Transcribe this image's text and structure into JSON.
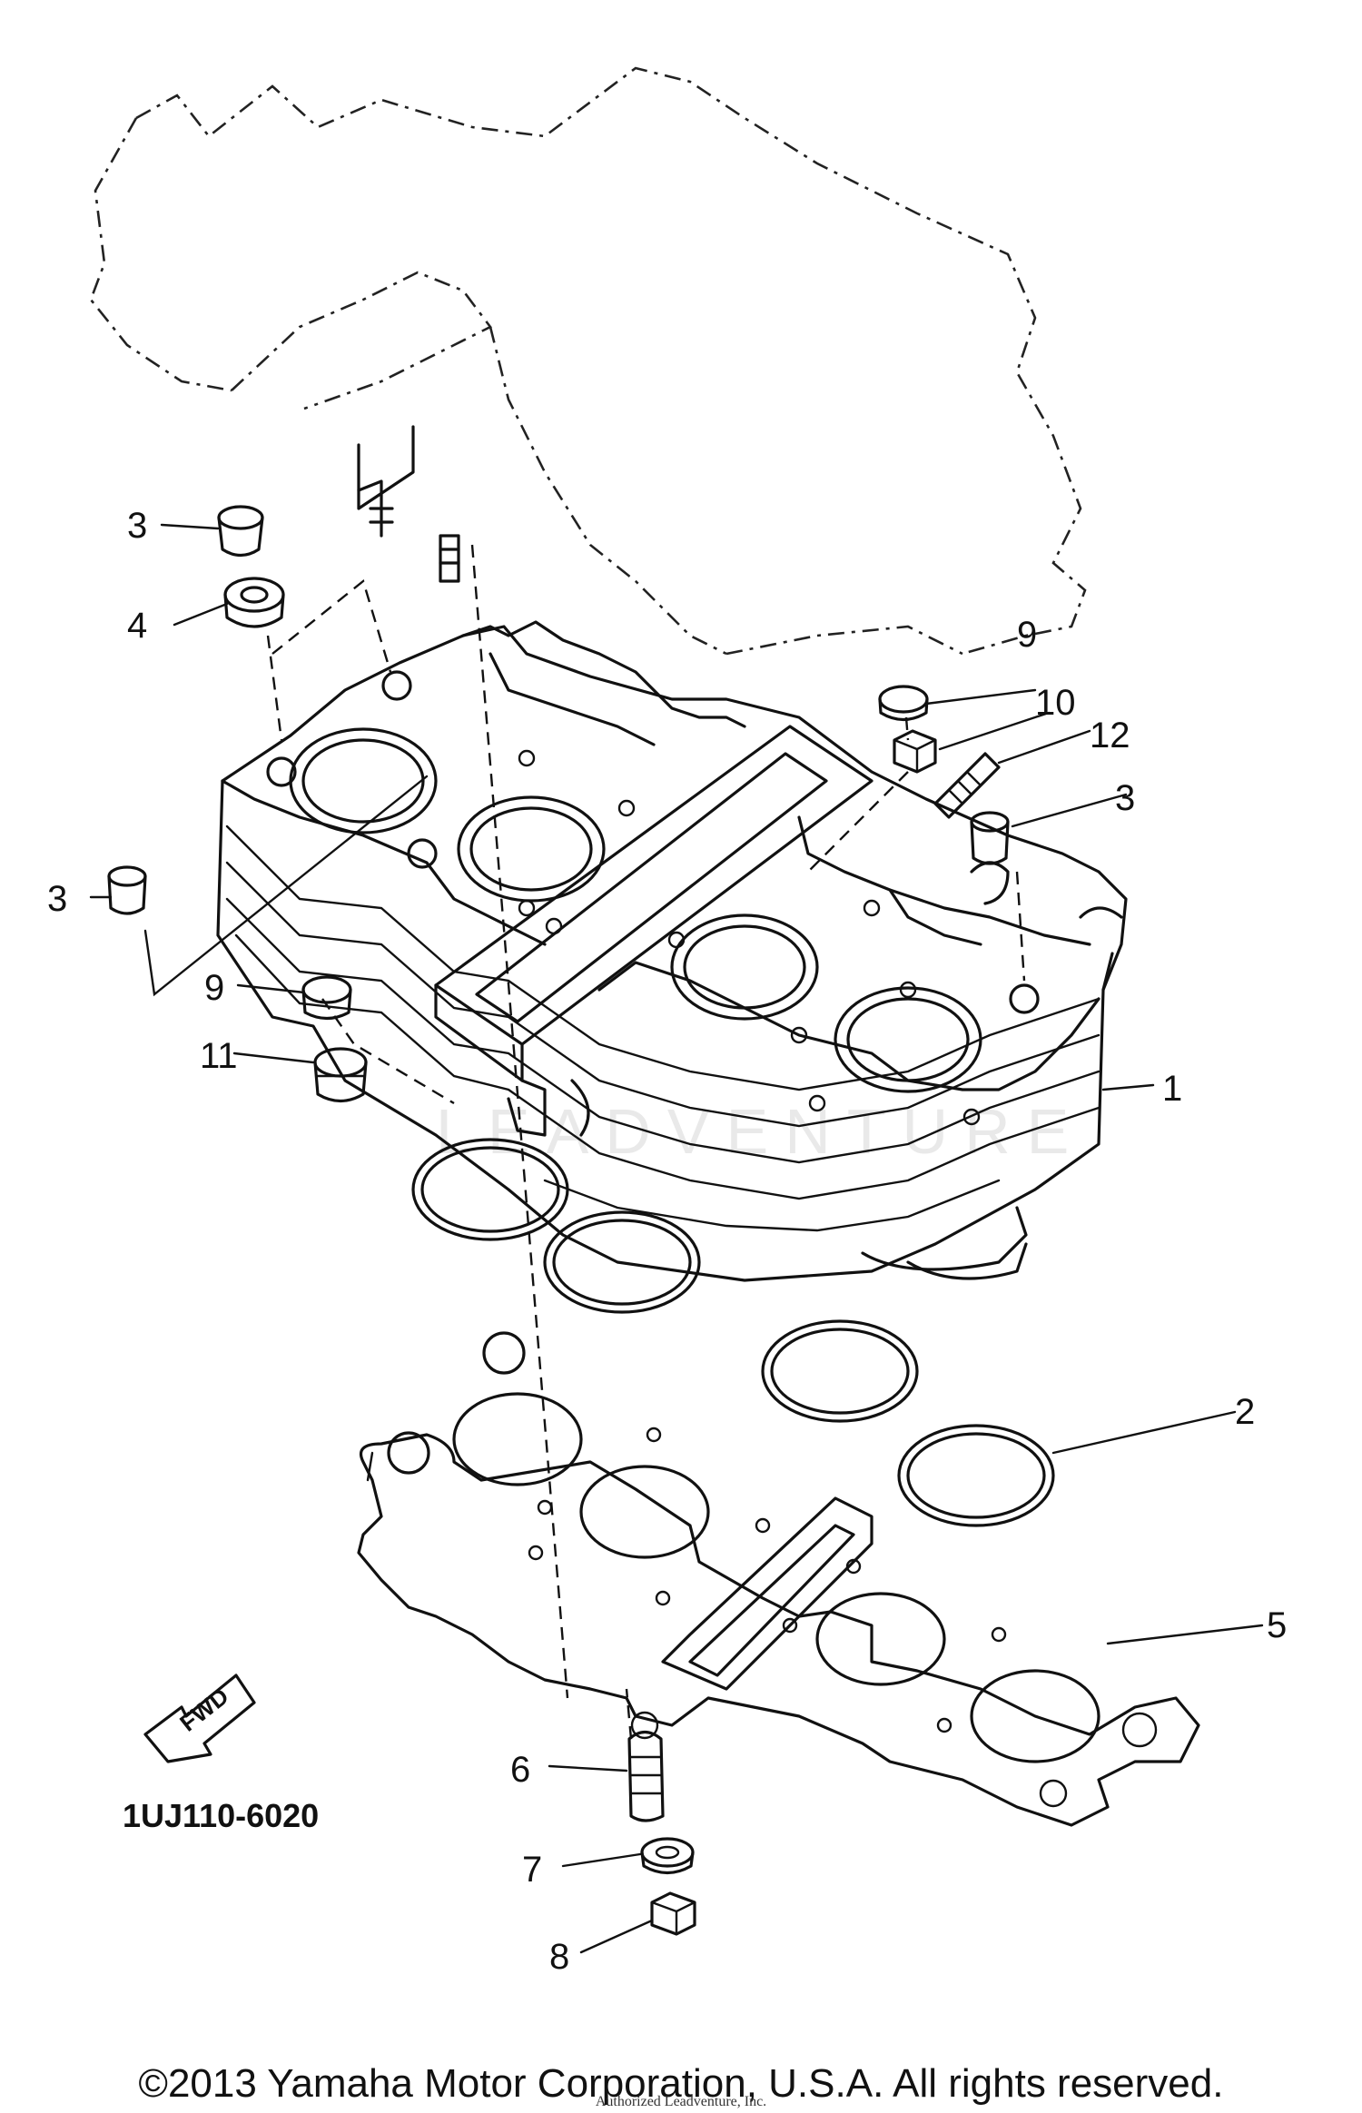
{
  "diagram_code": "1UJ110-6020",
  "fwd_label": "FWD",
  "copyright": "©2013 Yamaha Motor Corporation, U.S.A. All rights reserved.",
  "footer_small": "Authorized Leadventure, Inc.",
  "watermark": "LEADVENTURE",
  "callouts": {
    "c1": "1",
    "c2": "2",
    "c3a": "3",
    "c3b": "3",
    "c3c": "3",
    "c4": "4",
    "c5": "5",
    "c6": "6",
    "c7": "7",
    "c8": "8",
    "c9a": "9",
    "c9b": "9",
    "c10": "10",
    "c11": "11",
    "c12": "12"
  }
}
